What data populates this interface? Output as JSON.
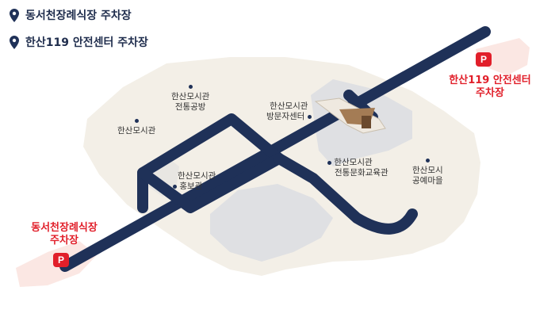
{
  "legend": [
    {
      "icon": "map-pin-icon",
      "label": "동서천장례식장 주차장"
    },
    {
      "icon": "map-pin-icon",
      "label": "한산119 안전센터 주차장"
    }
  ],
  "pois": {
    "hansan_museum_workshop": {
      "line1": "한산모시관",
      "line2": "전통공방"
    },
    "hansan_museum": {
      "line1": "한산모시관"
    },
    "hansan_museum_visitor": {
      "line1": "한산모시관",
      "line2": "방문자센터"
    },
    "hansan_museum_pr": {
      "line1": "한산모시관",
      "line2": "홍보관"
    },
    "hansan_museum_edu": {
      "line1": "한산모시관",
      "line2": "전통문화교육관"
    },
    "hansan_craft_village": {
      "line1": "한산모시",
      "line2": "공예마을"
    }
  },
  "parking": {
    "dongseocheon": {
      "line1": "동서천장례식장",
      "line2": "주차장",
      "badge": "P"
    },
    "safety_center": {
      "line1": "한산119 안전센터",
      "line2": "주차장",
      "badge": "P"
    }
  },
  "colors": {
    "road": "#1f3158",
    "parking": "#e11f2a",
    "ground": "#f3efe7",
    "building": "#dfe0e3",
    "lot": "#fbe7e3"
  }
}
